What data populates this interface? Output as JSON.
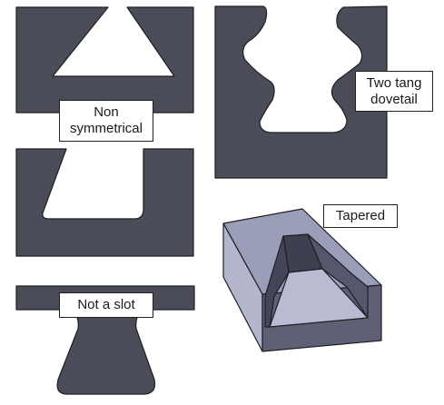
{
  "labels": {
    "non_symmetrical": "Non\nsymmetrical",
    "two_tang_dovetail": "Two tang\ndovetail",
    "tapered": "Tapered",
    "not_a_slot": "Not a slot"
  },
  "colors": {
    "shape_fill": "#4a4c57",
    "iso_top": "#9b9eb8",
    "iso_front": "#b3b6cc",
    "iso_side": "#5e6075",
    "iso_slot_wall": "#3e4050",
    "iso_slot_floor": "#b8bbd2"
  }
}
